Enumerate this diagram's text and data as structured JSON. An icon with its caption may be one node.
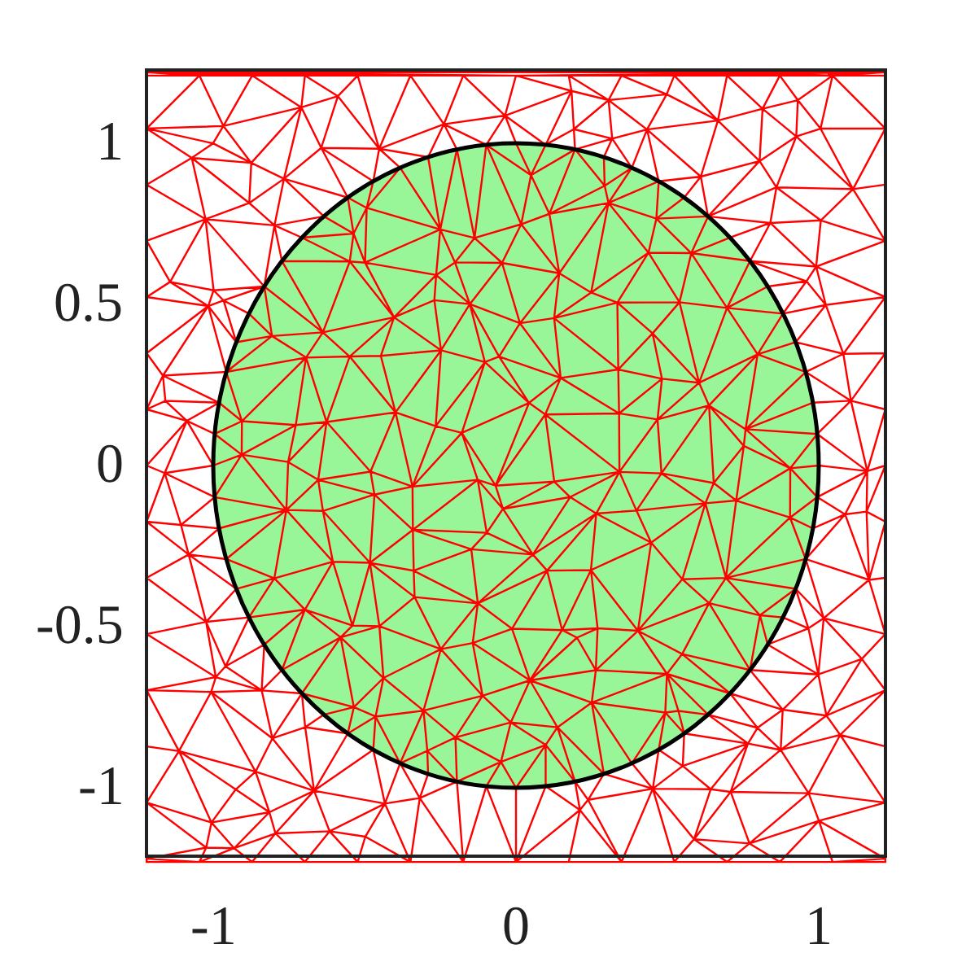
{
  "diagram": {
    "labels": [
      "1",
      "0.5",
      "0",
      "-0.5",
      "-1",
      "-1",
      "0",
      "1"
    ]
  }
}
